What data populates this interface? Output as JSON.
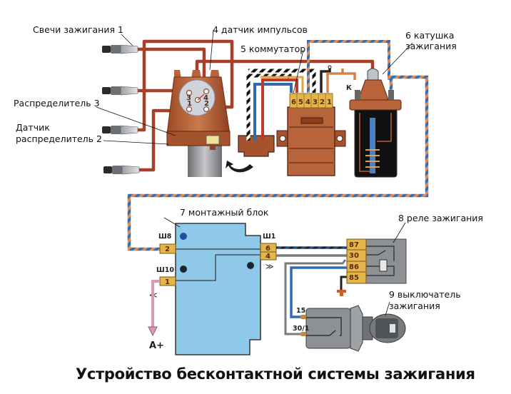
{
  "title": "Устройство бесконтактной системы зажигания",
  "labels": {
    "spark_plugs": "Свечи зажигания 1",
    "pulse_sensor": "4 датчик импульсов",
    "commutator": "5 коммутатор",
    "coil_line1": "6 катушка",
    "coil_line2": "зажигания",
    "distributor": "Распределитель 3",
    "sensor_line1": "Датчик",
    "sensor_line2": "распределитель 2",
    "mounting_block": "7 монтажный блок",
    "relay": "8 реле зажигания",
    "switch_line1": "9 выключатель",
    "switch_line2": "зажигания"
  },
  "distributor_terminals": [
    "1",
    "2",
    "3",
    "4"
  ],
  "commutator_pins": [
    "6",
    "5",
    "4",
    "3",
    "2",
    "1"
  ],
  "coil_terminal": "К",
  "mounting_block": {
    "connectors": [
      {
        "name": "Ш8",
        "pins": [
          "2"
        ]
      },
      {
        "name": "Ш10",
        "pins": [
          "1"
        ]
      },
      {
        "name": "Ш1",
        "pins": [
          "6",
          "4"
        ]
      }
    ]
  },
  "relay_pins": [
    "87",
    "30",
    "86",
    "85"
  ],
  "switch_pins": [
    "15",
    "30/1"
  ],
  "battery_label": "A+",
  "colors": {
    "hv_wire": "#b2452e",
    "copper": "#b8643a",
    "block_blue": "#8ec9ea",
    "connector_yellow": "#e3b54a",
    "relay_gray": "#8d9094",
    "wire_blue": "#2d6bb4",
    "wire_gray": "#7b7b7b",
    "wire_pink": "#d79ab8"
  }
}
